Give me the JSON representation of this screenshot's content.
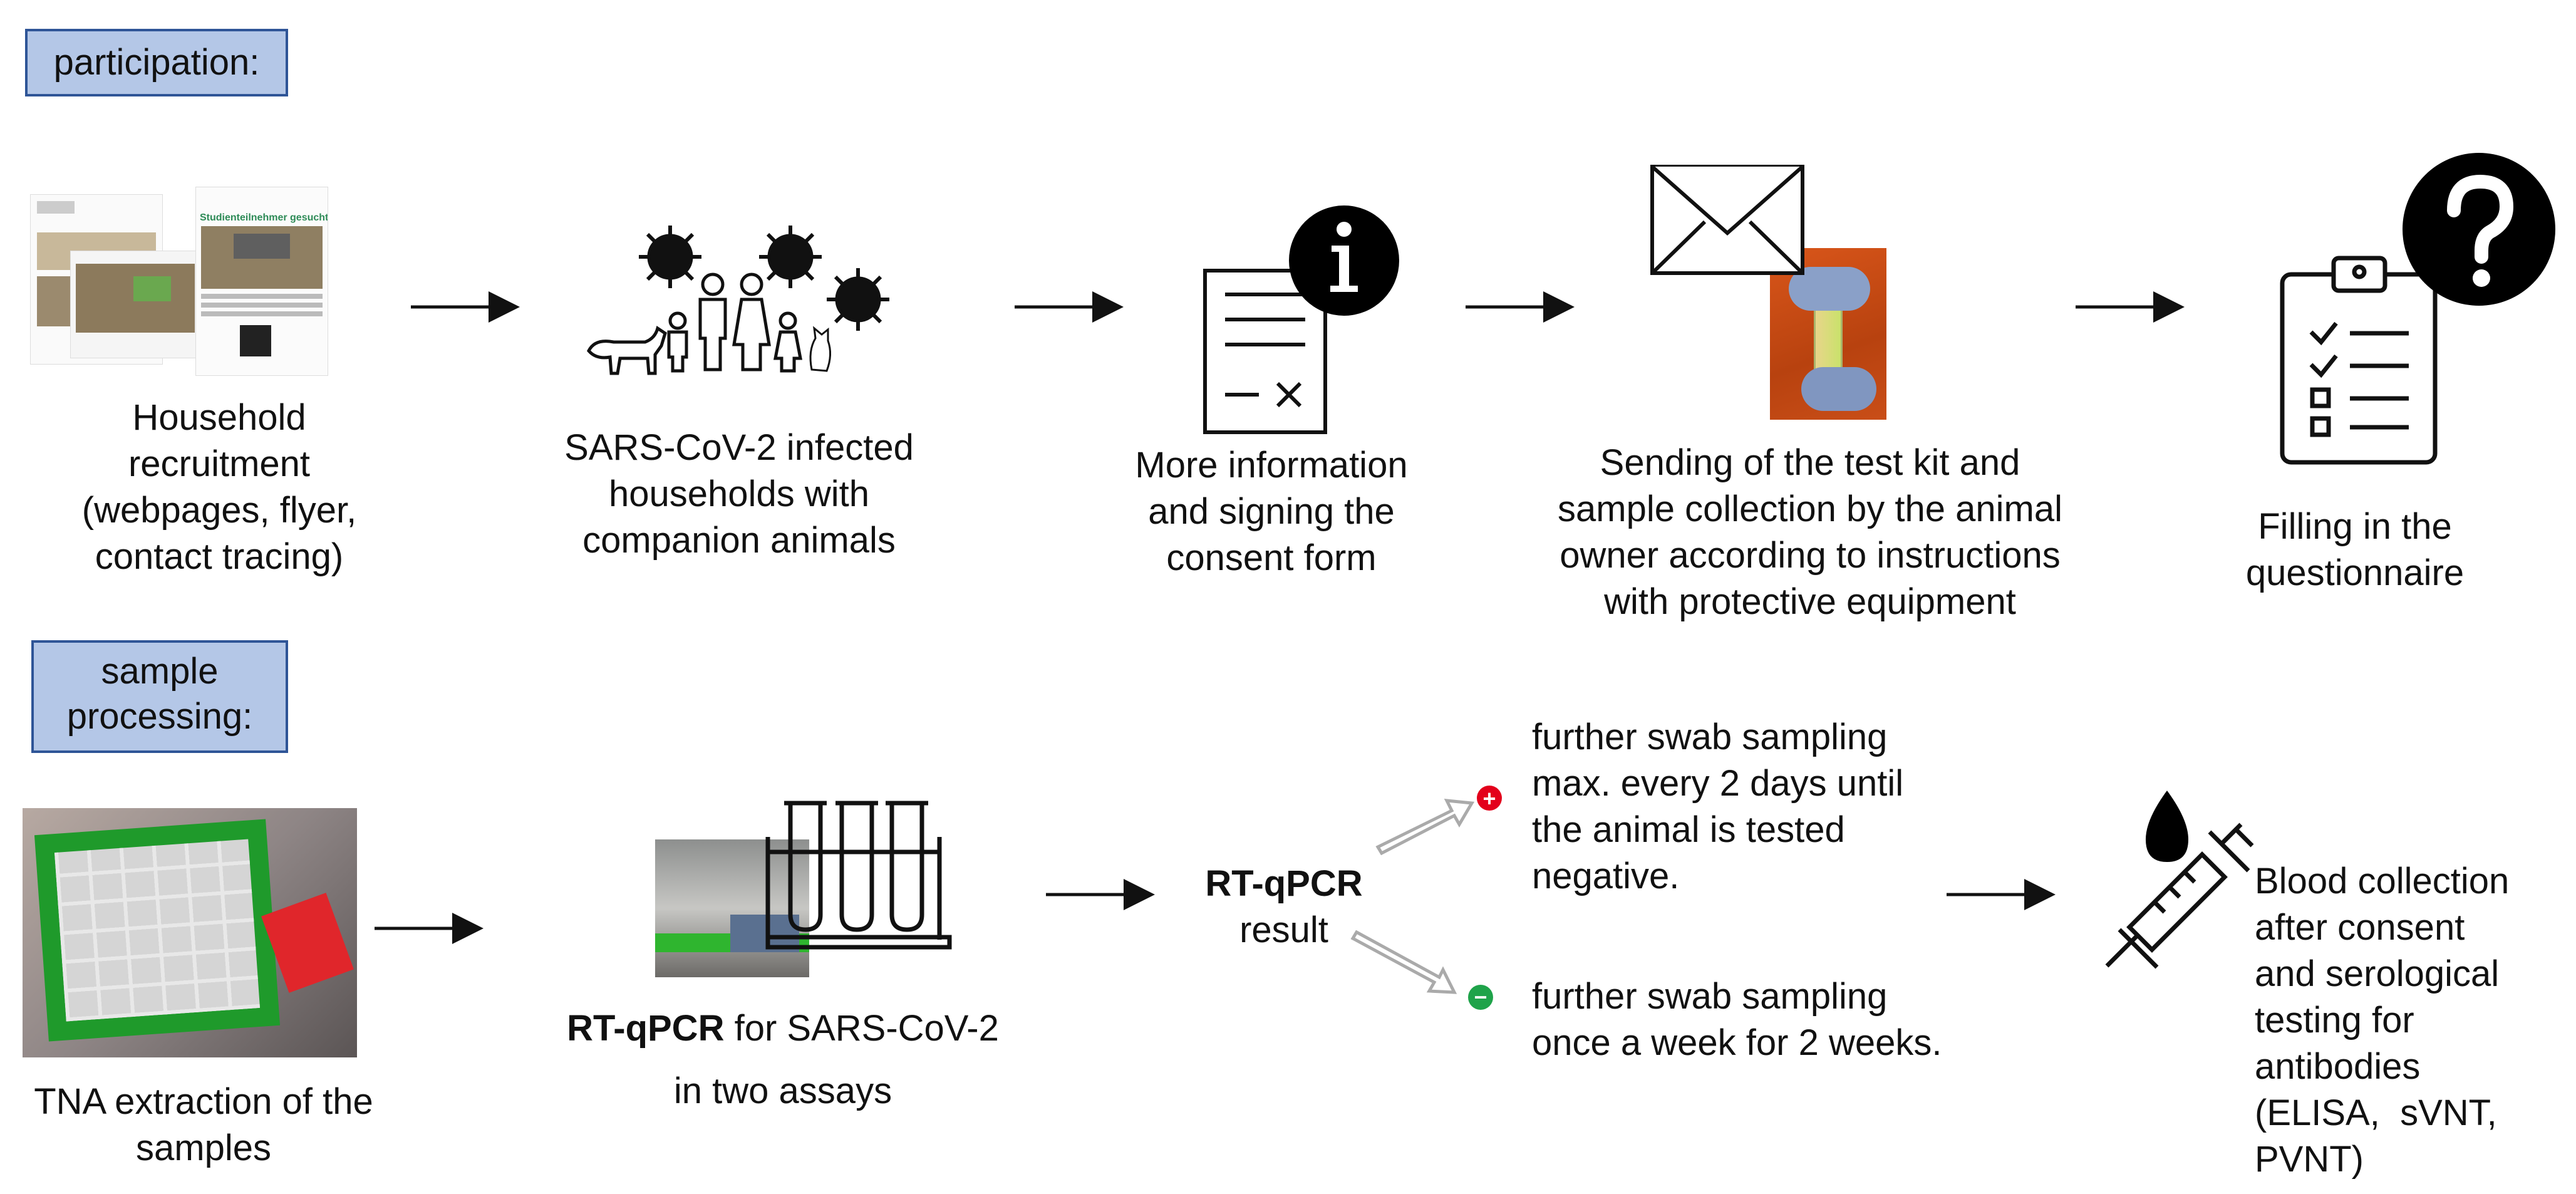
{
  "labels": {
    "participation": "participation:",
    "sample_processing_line1": "sample",
    "sample_processing_line2": "processing:"
  },
  "participation_steps": [
    {
      "lines": [
        "Household",
        "recruitment",
        "(webpages, flyer,",
        "contact tracing)"
      ]
    },
    {
      "lines": [
        "SARS-CoV-2 infected",
        "households with",
        "companion animals"
      ]
    },
    {
      "lines": [
        "More information",
        "and signing the",
        "consent form"
      ]
    },
    {
      "lines": [
        "Sending of the test kit and",
        "sample collection by the animal",
        "owner according to instructions",
        "with protective equipment"
      ]
    },
    {
      "lines": [
        "Filling in the",
        "questionnaire"
      ]
    }
  ],
  "flyer": {
    "headline": "Studienteilnehmer gesucht"
  },
  "processing": {
    "tna": [
      "TNA extraction of the",
      "samples"
    ],
    "rtqpcr_bold": "RT-qPCR",
    "rtqpcr_rest": " for SARS-CoV-2",
    "rtqpcr_line2": "in two assays",
    "result_bold": "RT-qPCR",
    "result_line2": "result",
    "positive_symbol": "+",
    "negative_symbol": "−",
    "positive_text": [
      "further swab sampling",
      "max. every 2 days until",
      "the animal is tested",
      "negative."
    ],
    "negative_text": [
      "further swab sampling",
      "once a week for 2 weeks."
    ],
    "blood": [
      "Blood collection",
      "after consent",
      "and serological",
      "testing for",
      "antibodies",
      "(ELISA,  sVNT,",
      "PVNT)"
    ]
  },
  "colors": {
    "label_fill": "#b4c7e7",
    "label_border": "#2f5597",
    "positive": "#e3001b",
    "negative": "#1fa34a"
  }
}
